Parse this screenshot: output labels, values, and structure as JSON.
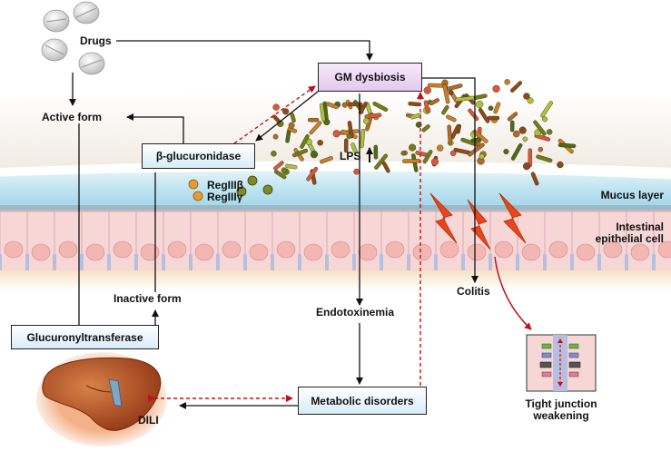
{
  "labels": {
    "drugs": "Drugs",
    "active_form": "Active form",
    "beta_glucuronidase": "β-glucuronidase",
    "gm_dysbiosis": "GM dysbiosis",
    "lps": "LPS",
    "reg_beta": "RegIIIβ",
    "reg_gamma": "RegIIIγ",
    "mucus_layer": "Mucus layer",
    "intestinal_epithelial_cell_1": "Intestinal",
    "intestinal_epithelial_cell_2": "epithelial cell",
    "inactive_form": "Inactive form",
    "glucuronyltransferase": "Glucuronyltransferase",
    "endotoxinemia": "Endotoxinemia",
    "colitis": "Colitis",
    "metabolic_disorders": "Metabolic disorders",
    "dili": "DILI",
    "tight_junction_1": "Tight junction",
    "tight_junction_2": "weakening"
  },
  "colors": {
    "box_blue": "#d8ecf8",
    "box_pink": "#e2c9ee",
    "dashed_arrow": "#c0121b",
    "mucus": "#bfe4f1",
    "cell": "#f6d7d5",
    "nucleus": "#f2b7b4",
    "liver": "#b5552a",
    "lightning": "#e8461c"
  },
  "icons": [
    "pill-icon",
    "liver-icon",
    "lightning-icon",
    "bacteria-icon",
    "tight-junction-icon"
  ]
}
